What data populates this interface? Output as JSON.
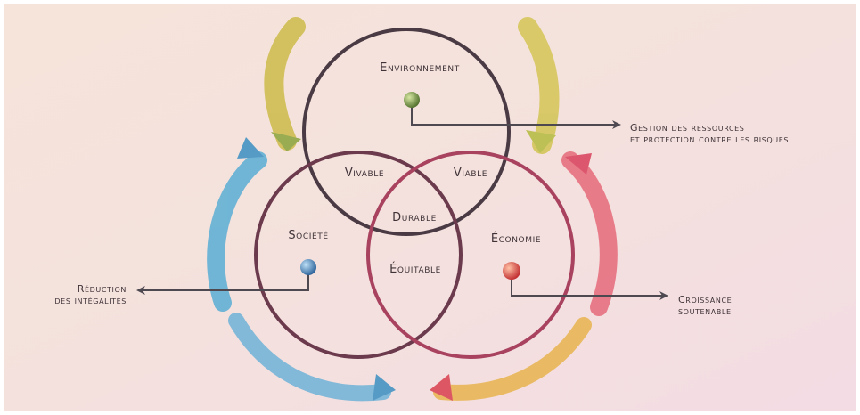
{
  "diagram": {
    "circles": {
      "environment": {
        "label": "Environnement",
        "color": "#4a3a44"
      },
      "society": {
        "label": "Société",
        "color": "#6b3a4c"
      },
      "economy": {
        "label": "Économie",
        "color": "#a8425e"
      }
    },
    "overlaps": {
      "env_society": "Vivable",
      "env_economy": "Viable",
      "society_economy": "Équitable",
      "center": "Durable"
    },
    "outcomes": {
      "environment": {
        "line1": "Gestion des ressources",
        "line2": "et protection contre les risques"
      },
      "society": {
        "line1": "Réduction",
        "line2": "des intégalités"
      },
      "economy": {
        "line1": "Croissance",
        "line2": "soutenable"
      }
    },
    "dots": {
      "environment": "#6b8a3a",
      "society": "#3a7fb8",
      "economy": "#e0484a"
    },
    "arrow_colors": {
      "top": "#d7c14a",
      "left": "#4aa6d0",
      "right": "#e0536b",
      "line": "#4e4850"
    }
  }
}
